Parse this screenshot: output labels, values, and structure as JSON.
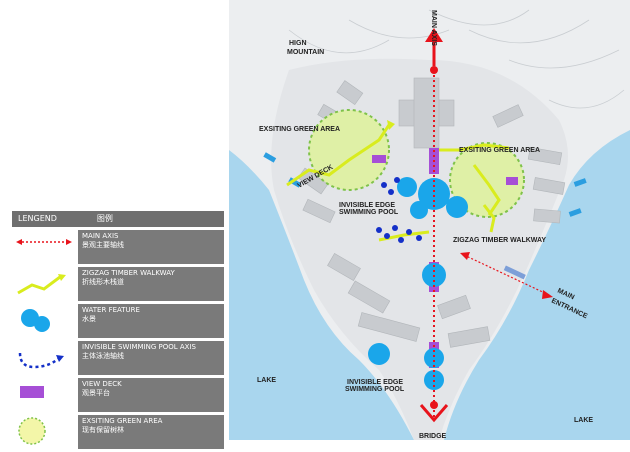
{
  "legend": {
    "header_en": "LENGEND",
    "header_cn": "图例",
    "items": [
      {
        "symbol": "dotted-red-arrow",
        "en": "MAIN AXIS",
        "cn": "景观主要轴线"
      },
      {
        "symbol": "yellow-zigzag",
        "en": "ZIGZAG TIMBER WALKWAY",
        "cn": "折线形木栈道"
      },
      {
        "symbol": "blue-circles",
        "en": "WATER FEATURE",
        "cn": "水景"
      },
      {
        "symbol": "blue-dotted-arrow",
        "en": "INVISIBLE  SWIMMING POOL AXIS",
        "cn": "主体泳池轴线"
      },
      {
        "symbol": "purple-rect",
        "en": "VIEW DECK",
        "cn": "观景平台"
      },
      {
        "symbol": "green-dashed-circle",
        "en": "EXSITING GREEN AREA",
        "cn": "现有保留树林"
      }
    ]
  },
  "map": {
    "labels": {
      "main_axis": "MAIN AXIS",
      "high_mountain_1": "HIGN",
      "high_mountain_2": "MOUNTAIN",
      "green_area_left": "EXSITING GREEN AREA",
      "green_area_right": "EXSITING GREEN AREA",
      "view_deck": "VIEW DECK",
      "pool_top_1": "INVISIBLE EDGE",
      "pool_top_2": "SWIMMING POOL",
      "zigzag": "ZIGZAG TIMBER WALKWAY",
      "main_entrance_1": "MAIN",
      "main_entrance_2": "ENTRANCE",
      "lake_left": "LAKE",
      "pool_bottom_1": "INVISIBLE  EDGE",
      "pool_bottom_2": "SWIMMING POOL",
      "lake_right": "LAKE",
      "bridge": "BRIDGE"
    },
    "colors": {
      "water": "#a9d6ee",
      "land": "#e6e8ea",
      "axis": "#e8131b",
      "walkway": "#d9ec1e",
      "pool": "#1aa6ea",
      "swim_axis": "#1430c8",
      "deck": "#a64fd6",
      "green": "#dff0a6"
    }
  }
}
